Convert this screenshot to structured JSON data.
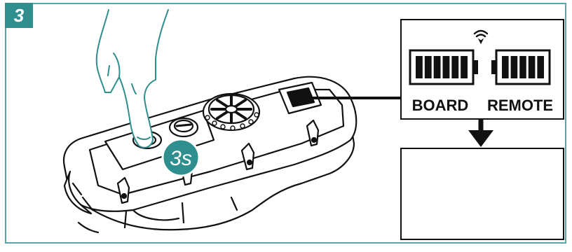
{
  "step": {
    "number": "3"
  },
  "press_timer": {
    "label": "3s"
  },
  "display": {
    "left_label": "BOARD",
    "right_label": "REMOTE",
    "signal_icon": "wifi-icon",
    "left_battery_level": 1.0,
    "right_battery_level": 1.0
  },
  "colors": {
    "accent": "#2f8f8e",
    "frame": "#5aa6a6",
    "ink": "#111111"
  }
}
